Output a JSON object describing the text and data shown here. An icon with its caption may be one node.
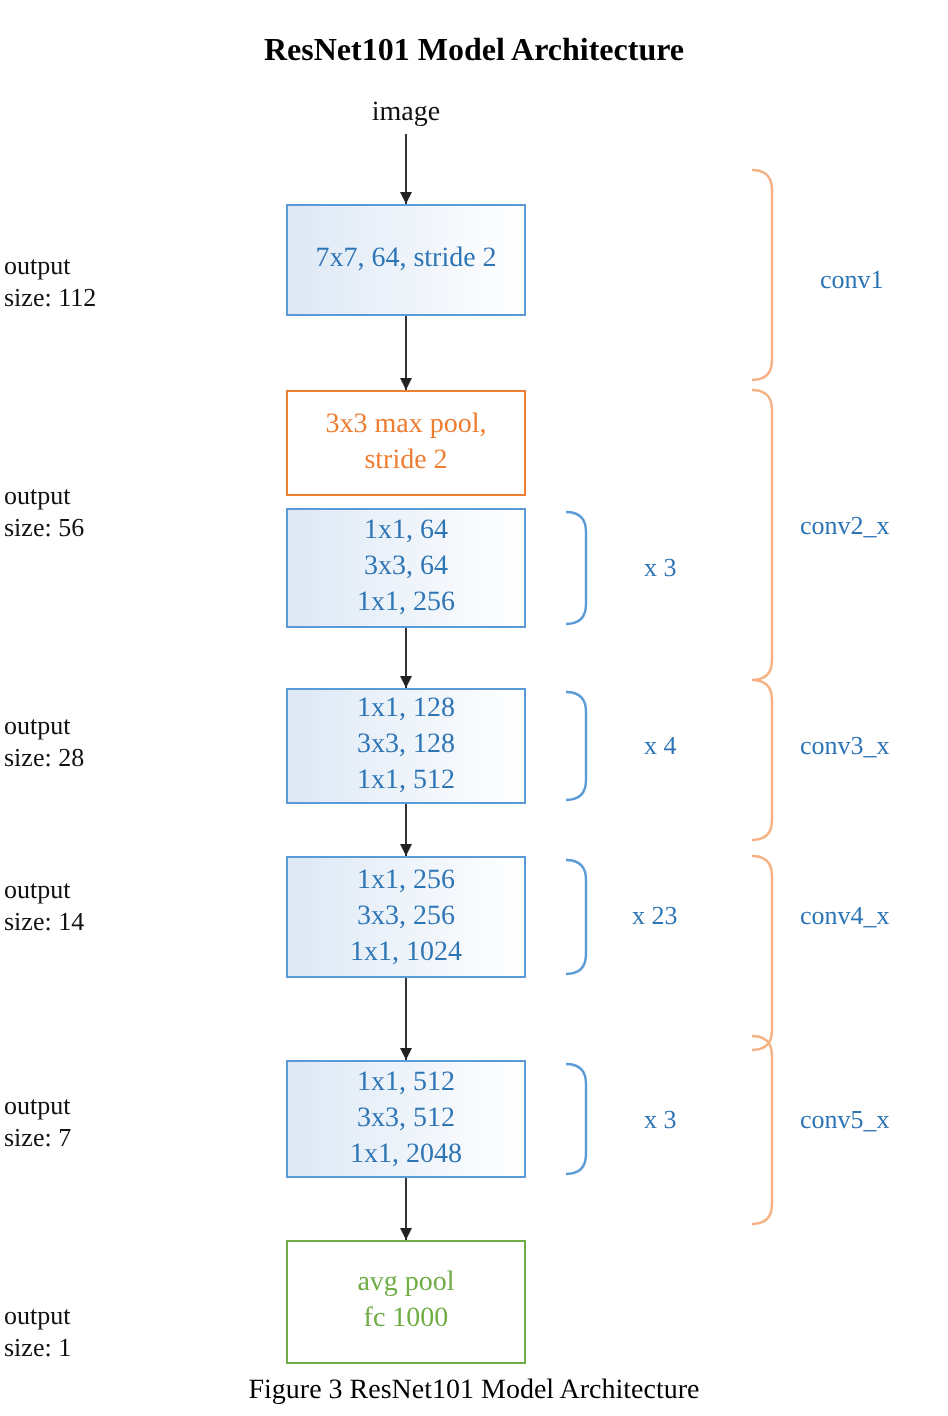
{
  "diagram": {
    "title": "ResNet101 Model Architecture",
    "caption": "Figure 3 ResNet101 Model Architecture",
    "nodes": [
      {
        "text": [
          "image"
        ]
      },
      {
        "text": [
          "7x7, 64, stride 2"
        ]
      },
      {
        "text": [
          "3x3 max pool, stride 2"
        ]
      },
      {
        "text": [
          "1x1, 64",
          "3x3, 64",
          "1x1, 256"
        ]
      },
      {
        "text": [
          "1x1, 128",
          "3x3, 128",
          "1x1, 512"
        ]
      },
      {
        "text": [
          "1x1, 256",
          "3x3, 256",
          "1x1, 1024"
        ]
      },
      {
        "text": [
          "1x1, 512",
          "3x3, 512",
          "1x1, 2048"
        ]
      },
      {
        "text": [
          "avg pool",
          "fc 1000"
        ]
      }
    ],
    "edges": [
      {
        "from": 0,
        "to": 1,
        "arrow": "to"
      },
      {
        "from": 1,
        "to": 2,
        "arrow": "to"
      },
      {
        "from": 3,
        "to": 4,
        "arrow": "to"
      },
      {
        "from": 4,
        "to": 5,
        "arrow": "to"
      },
      {
        "from": 5,
        "to": 6,
        "arrow": "to"
      },
      {
        "from": 6,
        "to": 7,
        "arrow": "to"
      }
    ],
    "labels": [
      "output size: 112",
      "conv1",
      "output size: 56",
      "x 3",
      "conv2_x",
      "output size: 28",
      "x 4",
      "conv3_x",
      "output size: 14",
      "x 23",
      "conv4_x",
      "output size: 7",
      "x 3",
      "conv5_x",
      "output size: 1"
    ]
  }
}
